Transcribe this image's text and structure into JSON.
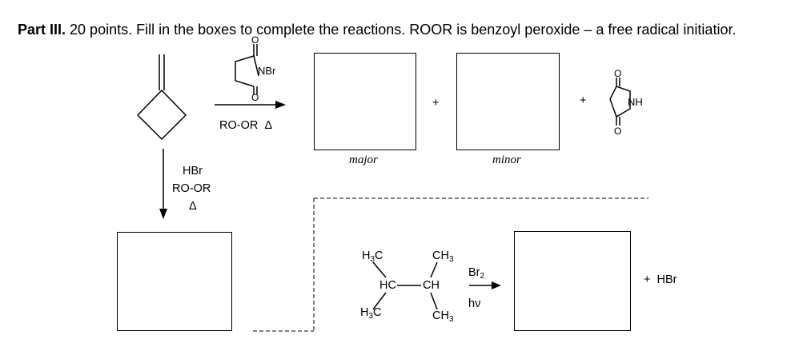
{
  "header": {
    "part_label": "Part III.",
    "instructions": " 20 points.  Fill in the boxes to complete the reactions. ROOR is benzoyl peroxide – a free radical initiatior."
  },
  "reaction1": {
    "reagent_group": "NBr",
    "conditions_below": "RO-OR",
    "heat_symbol": "Δ",
    "plus_1": "+",
    "plus_2": "+",
    "product_group": "NH",
    "major_label": "major",
    "minor_label": "minor"
  },
  "reaction2": {
    "reagent_1": "HBr",
    "reagent_2": "RO-OR",
    "heat_symbol": "Δ"
  },
  "reaction3": {
    "h3c": "H",
    "h3c_sub": "3",
    "h3c_tail": "C",
    "hc": "HC",
    "ch": "CH",
    "ch3_head": "CH",
    "ch3_sub": "3",
    "br_head": "Br",
    "br_sub": "2",
    "light": "hν",
    "byproduct": "+  HBr"
  }
}
